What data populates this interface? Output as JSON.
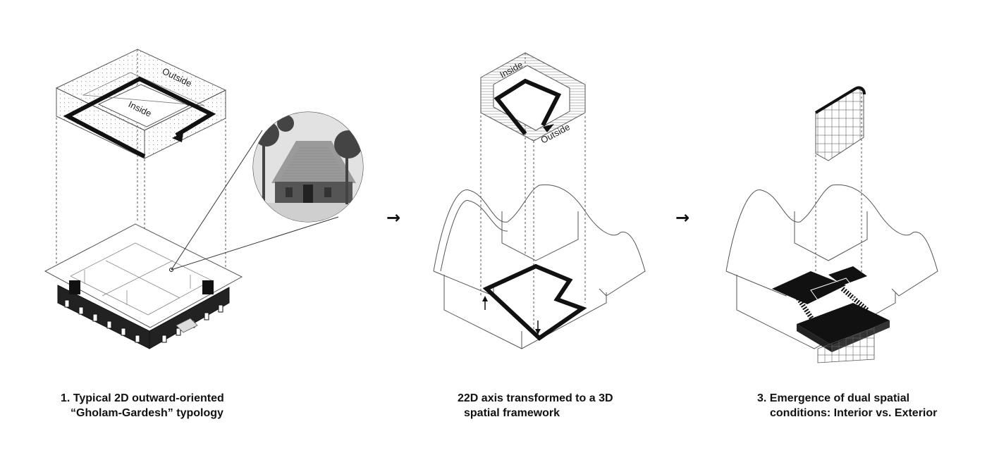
{
  "panels": [
    {
      "caption_line1": "1. Typical 2D outward-oriented",
      "caption_line2": "“Gholam-Gardesh” typology",
      "label_outside": "Outside",
      "label_inside": "Inside",
      "photo_icon": "courtyard-house-photo"
    },
    {
      "caption_line1": "22D axis transformed to a 3D",
      "caption_line2": "spatial framework",
      "label_inside": "Inside",
      "label_outside": "Outside"
    },
    {
      "caption_line1": "3. Emergence of dual spatial",
      "caption_line2": "conditions: Interior vs. Exterior"
    }
  ],
  "arrows": [
    "→",
    "→"
  ],
  "colors": {
    "ink": "#111111",
    "line": "#555555",
    "hatch": "#999999"
  }
}
